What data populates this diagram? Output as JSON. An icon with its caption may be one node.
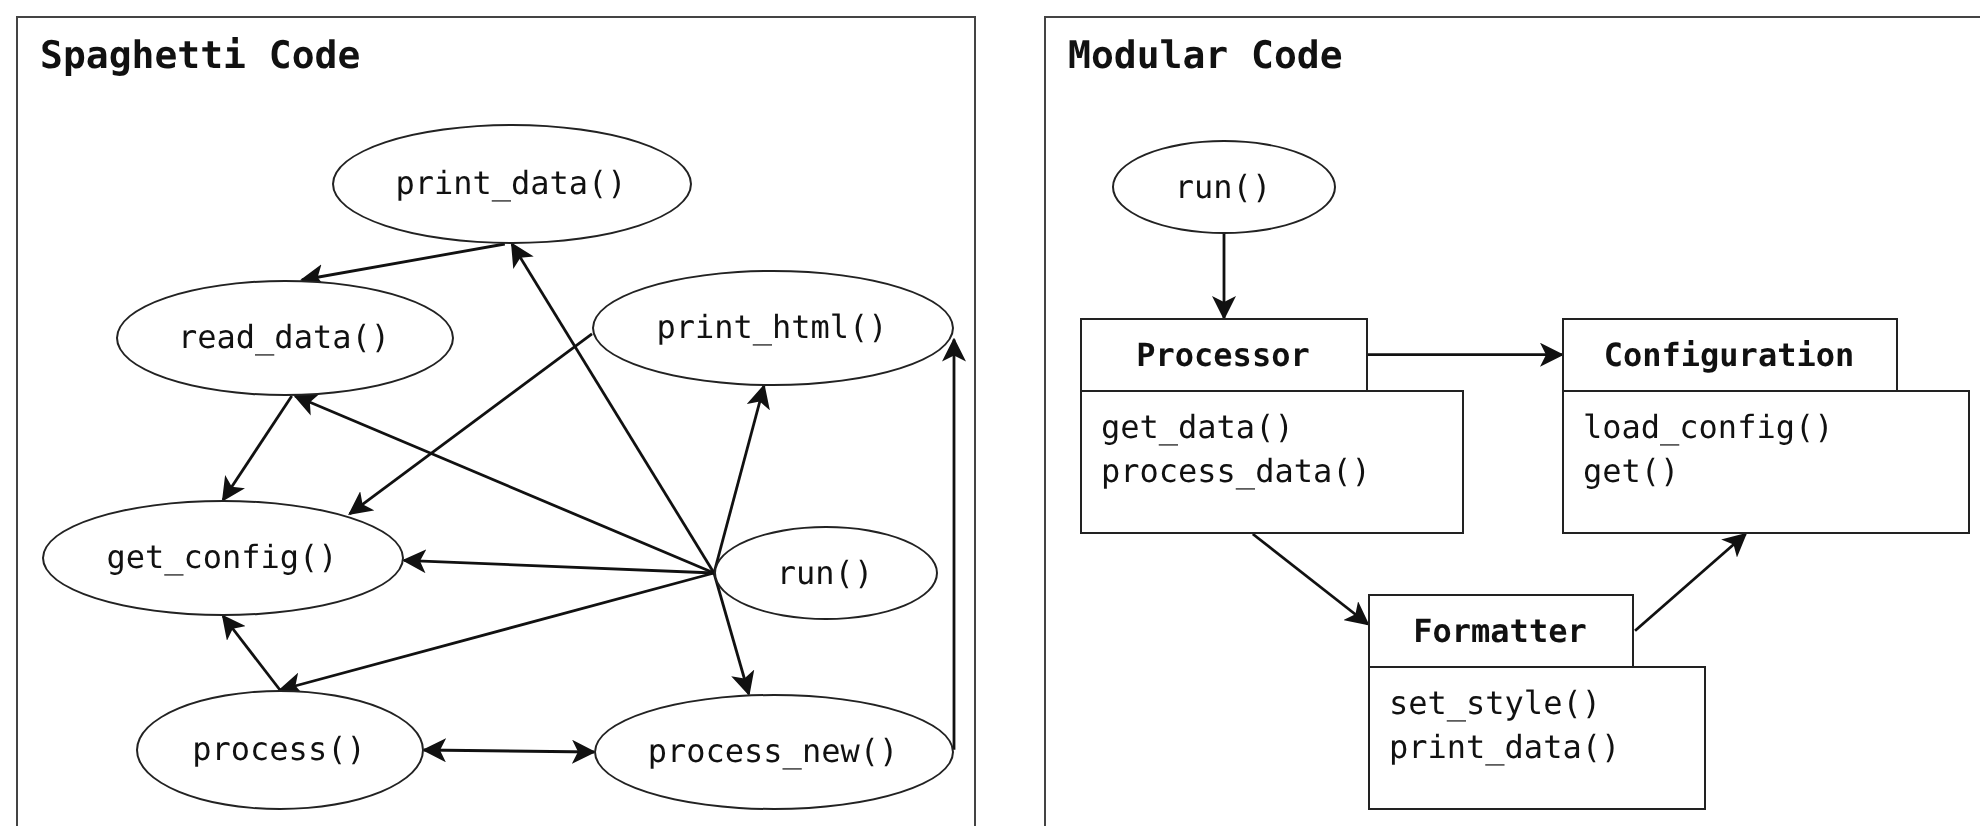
{
  "diagram": {
    "nodes": [
      {
        "text": [
          "Spaghetti Code"
        ]
      },
      {
        "text": [
          "print_data()"
        ],
        "in": 0
      },
      {
        "text": [
          "read_data()"
        ],
        "in": 0
      },
      {
        "text": [
          "print_html()"
        ],
        "in": 0
      },
      {
        "text": [
          "get_config()"
        ],
        "in": 0
      },
      {
        "text": [
          "run()"
        ],
        "in": 0
      },
      {
        "text": [
          "process()"
        ],
        "in": 0
      },
      {
        "text": [
          "process_new()"
        ],
        "in": 0
      },
      {
        "text": [
          "Modular Code"
        ]
      },
      {
        "text": [
          "run()"
        ],
        "in": 8
      },
      {
        "text": [
          "Processor",
          "get_data()",
          "process_data()"
        ],
        "in": 8
      },
      {
        "text": [
          "Configuration",
          "load_config()",
          "get()"
        ],
        "in": 8
      },
      {
        "text": [
          "Formatter",
          "set_style()",
          "print_data()"
        ],
        "in": 8
      }
    ],
    "edges": [
      {
        "from": 1,
        "to": 2,
        "arrow": "to"
      },
      {
        "from": 5,
        "to": 1,
        "arrow": "to"
      },
      {
        "from": 5,
        "to": 2,
        "arrow": "to"
      },
      {
        "from": 5,
        "to": 4,
        "arrow": "to"
      },
      {
        "from": 5,
        "to": 6,
        "arrow": "to"
      },
      {
        "from": 5,
        "to": 3,
        "arrow": "to"
      },
      {
        "from": 5,
        "to": 7,
        "arrow": "to"
      },
      {
        "from": 3,
        "to": 4,
        "arrow": "to"
      },
      {
        "from": 2,
        "to": 4,
        "arrow": "to"
      },
      {
        "from": 6,
        "to": 4,
        "arrow": "to"
      },
      {
        "from": 6,
        "to": 7,
        "arrow": "both"
      },
      {
        "from": 7,
        "to": 3,
        "arrow": "to"
      },
      {
        "from": 9,
        "to": 10,
        "arrow": "to"
      },
      {
        "from": 10,
        "to": 11,
        "arrow": "to"
      },
      {
        "from": 10,
        "to": 12,
        "arrow": "to"
      },
      {
        "from": 12,
        "to": 11,
        "arrow": "to"
      }
    ]
  }
}
